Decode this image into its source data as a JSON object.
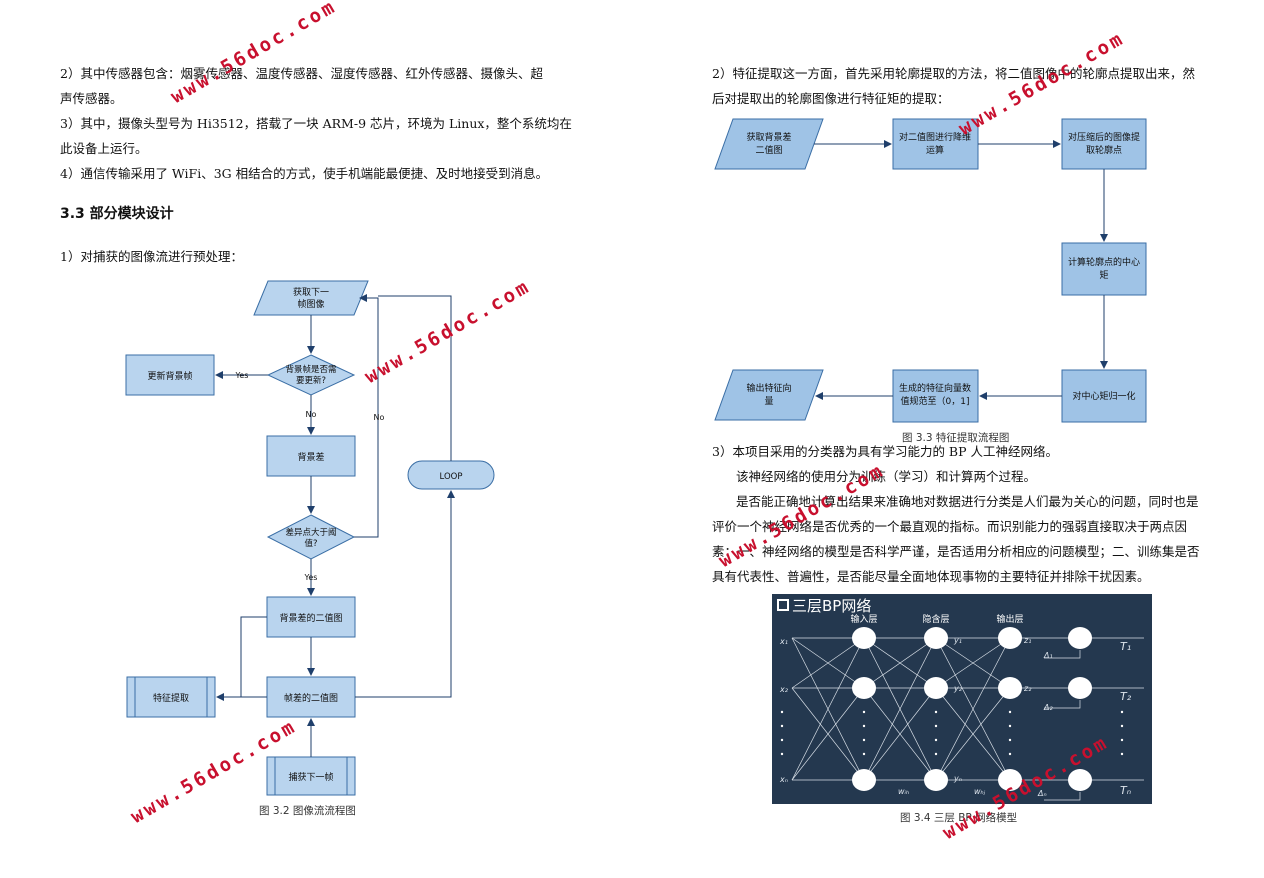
{
  "left_col": {
    "p2": "2）其中传感器包含：烟雾传感器、温度传感器、湿度传感器、红外传感器、摄像头、超",
    "p2b": "声传感器。",
    "p3": "3）其中，摄像头型号为 Hi3512，搭载了一块 ARM-9 芯片，环境为 Linux，整个系统均在",
    "p3b": "此设备上运行。",
    "p4": "4）通信传输采用了 WiFi、3G 相结合的方式，使手机端能最便捷、及时地接受到消息。",
    "section_title": "3.3 部分模块设计",
    "p_sub1": "1）对捕获的图像流进行预处理："
  },
  "fig32": {
    "get_frame": [
      "获取下一",
      "帧图像"
    ],
    "update_bg": "更新背景帧",
    "yes1": "Yes",
    "decision1": [
      "背景帧是否需",
      "要更新?"
    ],
    "no1": "No",
    "bg_diff": "背景差",
    "no2": "No",
    "loop": "LOOP",
    "decision2": [
      "差异点大于阈",
      "值?"
    ],
    "yes2": "Yes",
    "bg_binary": "背景差的二值图",
    "feature": "特征提取",
    "frame_binary": "帧差的二值图",
    "capture": "捕获下一帧",
    "caption": "图 3.2  图像流流程图"
  },
  "right_col": {
    "p_sub2": "2）特征提取这一方面，首先采用轮廓提取的方法，将二值图像中的轮廓点提取出来，然",
    "p_sub2b": "后对提取出的轮廓图像进行特征矩的提取：",
    "p_sub3": "3）本项目采用的分类器为具有学习能力的 BP 人工神经网络。",
    "p_a": "该神经网络的使用分为训练（学习）和计算两个过程。",
    "p_b1": "是否能正确地计算出结果来准确地对数据进行分类是人们最为关心的问题，同时也是",
    "p_b2": "评价一个神经网络是否优秀的一个最直观的指标。而识别能力的强弱直接取决于两点因",
    "p_b3": "素：一、神经网络的模型是否科学严谨，是否适用分析相应的问题模型；二、训练集是否",
    "p_b4": "具有代表性、普遍性，是否能尽量全面地体现事物的主要特征并排除干扰因素。"
  },
  "fig33": {
    "n1": [
      "获取背景差",
      "二值图"
    ],
    "n2": [
      "对二值图进行降维",
      "运算"
    ],
    "n3": [
      "对压缩后的图像提",
      "取轮廓点"
    ],
    "n4": [
      "计算轮廓点的中心",
      "矩"
    ],
    "n5": "对中心矩归一化",
    "n6": [
      "生成的特征向量数",
      "值规范至（0，1]"
    ],
    "n7": [
      "输出特征向",
      "量"
    ],
    "caption": "图 3.3  特征提取流程图"
  },
  "fig34": {
    "title": "三层BP网络",
    "input_layer": "输入层",
    "hidden_layer": "隐含层",
    "output_layer": "输出层",
    "x1": "x₁",
    "x2": "x₂",
    "xn": "xₙ",
    "y1": "y₁",
    "y2": "y₂",
    "yn": "yₙ",
    "z1": "z₁",
    "z2": "z₂",
    "t1": "T₁",
    "t2": "T₂",
    "tn": "Tₙ",
    "d1": "Δ₁",
    "d2": "Δ₂",
    "dn": "Δₙ",
    "wih": "wᵢₕ",
    "whj": "wₕⱼ",
    "caption": "图 3.4  三层 BP 网络模型"
  },
  "watermark": "www.56doc.com",
  "colors": {
    "box_fill": "#a8c8e8",
    "box_stroke": "#3a6ea5",
    "panel": "#24384f",
    "watermark": "#c8102e"
  }
}
